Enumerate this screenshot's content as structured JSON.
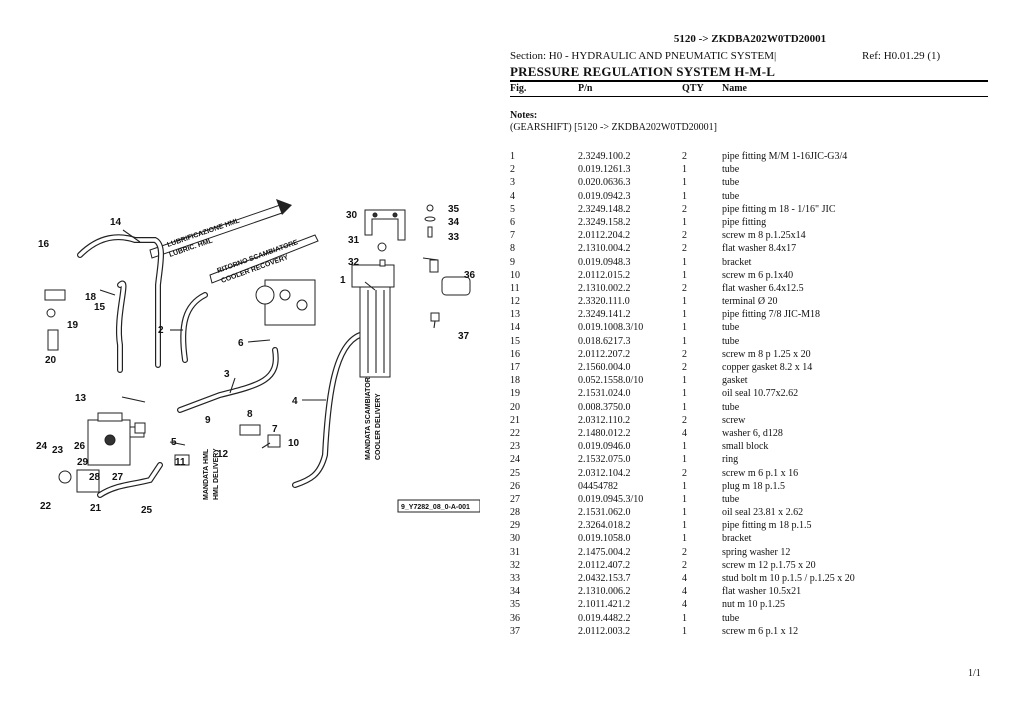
{
  "document": {
    "title": "5120 -> ZKDBA202W0TD20001",
    "section": "Section: H0 - HYDRAULIC AND PNEUMATIC SYSTEM|",
    "ref": "Ref: H0.01.29 (1)",
    "heading": "PRESSURE REGULATION SYSTEM H-M-L",
    "page": "1/1"
  },
  "columns": {
    "fig": "Fig.",
    "pn": "P/n",
    "qty": "QTY",
    "name": "Name"
  },
  "notes": {
    "title": "Notes:",
    "text": "(GEARSHIFT) [5120 -> ZKDBA202W0TD20001]"
  },
  "parts": [
    {
      "fig": "1",
      "pn": "2.3249.100.2",
      "qty": "2",
      "name": "pipe fitting M/M 1-16JIC-G3/4"
    },
    {
      "fig": "2",
      "pn": "0.019.1261.3",
      "qty": "1",
      "name": "tube"
    },
    {
      "fig": "3",
      "pn": "0.020.0636.3",
      "qty": "1",
      "name": "tube"
    },
    {
      "fig": "4",
      "pn": "0.019.0942.3",
      "qty": "1",
      "name": "tube"
    },
    {
      "fig": "5",
      "pn": "2.3249.148.2",
      "qty": "2",
      "name": "pipe fitting m 18 - 1/16\" JIC"
    },
    {
      "fig": "6",
      "pn": "2.3249.158.2",
      "qty": "1",
      "name": "pipe fitting"
    },
    {
      "fig": "7",
      "pn": "2.0112.204.2",
      "qty": "2",
      "name": "screw m 8 p.1.25x14"
    },
    {
      "fig": "8",
      "pn": "2.1310.004.2",
      "qty": "2",
      "name": "flat washer 8.4x17"
    },
    {
      "fig": "9",
      "pn": "0.019.0948.3",
      "qty": "1",
      "name": "bracket"
    },
    {
      "fig": "10",
      "pn": "2.0112.015.2",
      "qty": "1",
      "name": "screw m 6 p.1x40"
    },
    {
      "fig": "11",
      "pn": "2.1310.002.2",
      "qty": "2",
      "name": "flat washer 6.4x12.5"
    },
    {
      "fig": "12",
      "pn": "2.3320.111.0",
      "qty": "1",
      "name": "terminal Ø 20"
    },
    {
      "fig": "13",
      "pn": "2.3249.141.2",
      "qty": "1",
      "name": "pipe fitting 7/8 JIC-M18"
    },
    {
      "fig": "14",
      "pn": "0.019.1008.3/10",
      "qty": "1",
      "name": "tube"
    },
    {
      "fig": "15",
      "pn": "0.018.6217.3",
      "qty": "1",
      "name": "tube"
    },
    {
      "fig": "16",
      "pn": "2.0112.207.2",
      "qty": "2",
      "name": "screw m 8 p 1.25 x 20"
    },
    {
      "fig": "17",
      "pn": "2.1560.004.0",
      "qty": "2",
      "name": "copper gasket 8.2 x 14"
    },
    {
      "fig": "18",
      "pn": "0.052.1558.0/10",
      "qty": "1",
      "name": "gasket"
    },
    {
      "fig": "19",
      "pn": "2.1531.024.0",
      "qty": "1",
      "name": "oil seal 10.77x2.62"
    },
    {
      "fig": "20",
      "pn": "0.008.3750.0",
      "qty": "1",
      "name": "tube"
    },
    {
      "fig": "21",
      "pn": "2.0312.110.2",
      "qty": "2",
      "name": "screw"
    },
    {
      "fig": "22",
      "pn": "2.1480.012.2",
      "qty": "4",
      "name": "washer 6, d128"
    },
    {
      "fig": "23",
      "pn": "0.019.0946.0",
      "qty": "1",
      "name": "small block"
    },
    {
      "fig": "24",
      "pn": "2.1532.075.0",
      "qty": "1",
      "name": "ring"
    },
    {
      "fig": "25",
      "pn": "2.0312.104.2",
      "qty": "2",
      "name": "screw m 6 p.1 x 16"
    },
    {
      "fig": "26",
      "pn": "04454782",
      "qty": "1",
      "name": "plug m 18 p.1.5"
    },
    {
      "fig": "27",
      "pn": "0.019.0945.3/10",
      "qty": "1",
      "name": "tube"
    },
    {
      "fig": "28",
      "pn": "2.1531.062.0",
      "qty": "1",
      "name": "oil seal 23.81 x 2.62"
    },
    {
      "fig": "29",
      "pn": "2.3264.018.2",
      "qty": "1",
      "name": "pipe fitting m 18 p.1.5"
    },
    {
      "fig": "30",
      "pn": "0.019.1058.0",
      "qty": "1",
      "name": "bracket"
    },
    {
      "fig": "31",
      "pn": "2.1475.004.2",
      "qty": "2",
      "name": "spring washer 12"
    },
    {
      "fig": "32",
      "pn": "2.0112.407.2",
      "qty": "2",
      "name": "screw m 12 p.1.75 x 20"
    },
    {
      "fig": "33",
      "pn": "2.0432.153.7",
      "qty": "4",
      "name": "stud bolt m 10 p.1.5 / p.1.25 x 20"
    },
    {
      "fig": "34",
      "pn": "2.1310.006.2",
      "qty": "4",
      "name": "flat washer 10.5x21"
    },
    {
      "fig": "35",
      "pn": "2.1011.421.2",
      "qty": "4",
      "name": "nut m 10 p.1.25"
    },
    {
      "fig": "36",
      "pn": "0.019.4482.2",
      "qty": "1",
      "name": "tube"
    },
    {
      "fig": "37",
      "pn": "2.0112.003.2",
      "qty": "1",
      "name": "screw m 6 p.1 x 12"
    }
  ],
  "diagram": {
    "drawing_id": "9_Y7282_08_0-A-001",
    "labels": {
      "lubrication_it": "LUBRIFICAZIONE HML",
      "lubrication_en": "LUBRIC. HML",
      "cooler_return_it": "RITORNO SCAMBIATORE",
      "cooler_return_en": "COOLER RECOVERY",
      "delivery_it": "MANDATA HML",
      "delivery_en": "HML DELIVERY",
      "cooler_delivery_it": "MANDATA SCAMBIATORE",
      "cooler_delivery_en": "COOLER DELIVERY"
    },
    "callouts": [
      "14",
      "16",
      "18",
      "15",
      "19",
      "20",
      "2",
      "6",
      "3",
      "13",
      "4",
      "9",
      "8",
      "7",
      "10",
      "12",
      "5",
      "11",
      "26",
      "24",
      "23",
      "29",
      "28",
      "27",
      "22",
      "21",
      "25",
      "30",
      "31",
      "32",
      "1",
      "34",
      "35",
      "33",
      "36",
      "37"
    ]
  }
}
